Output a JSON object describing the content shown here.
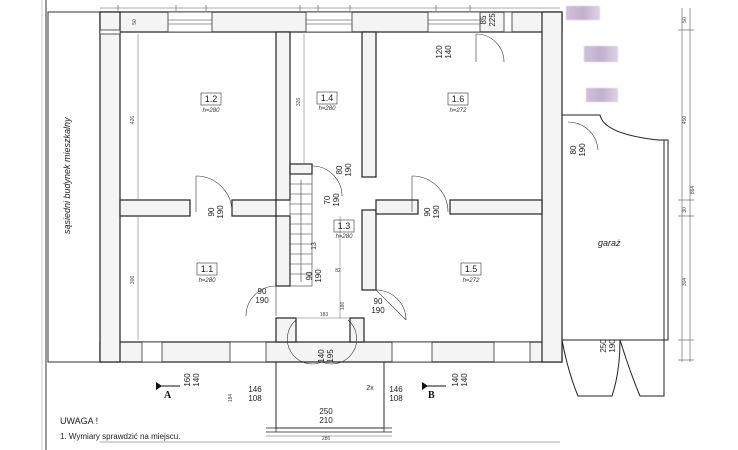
{
  "rooms": [
    {
      "code": "1.2",
      "height": "h=280"
    },
    {
      "code": "1.4",
      "height": "h=280"
    },
    {
      "code": "1.6",
      "height": "h=272"
    },
    {
      "code": "1.3",
      "height": "h=280"
    },
    {
      "code": "1.1",
      "height": "h=280"
    },
    {
      "code": "1.5",
      "height": "h=272"
    }
  ],
  "labels": {
    "adjacent_building": "sąsiedni budynek mieszkalny",
    "garage": "garaż",
    "section_a": "A",
    "section_b": "B"
  },
  "notes": {
    "title": "UWAGA !",
    "line1": "1. Wymiary sprawdzić na miejscu."
  },
  "door_marks": [
    {
      "w": "90",
      "h": "190"
    },
    {
      "w": "90",
      "h": "190"
    },
    {
      "w": "90",
      "h": "190"
    },
    {
      "w": "90",
      "h": "190"
    },
    {
      "w": "90",
      "h": "190"
    },
    {
      "w": "80",
      "h": "190"
    },
    {
      "w": "70",
      "h": "190"
    },
    {
      "w": "80",
      "h": "190"
    },
    {
      "w": "85",
      "h": "225"
    },
    {
      "w": "120",
      "h": "140"
    },
    {
      "w": "160",
      "h": "140"
    },
    {
      "w": "140",
      "h": "140"
    },
    {
      "w": "146",
      "h": "108"
    },
    {
      "w": "146",
      "h": "108"
    },
    {
      "w": "250",
      "h": "190"
    },
    {
      "w": "250",
      "h": "210"
    },
    {
      "w": "140",
      "h": "195"
    }
  ],
  "dimensions": {
    "d_50a": "50",
    "d_426": "426",
    "d_306": "306",
    "d_326": "326",
    "d_82": "82",
    "d_186": "186",
    "d_183": "183",
    "d_184": "184",
    "d_50b": "50",
    "d_450": "450",
    "d_30": "30",
    "d_304": "304",
    "d_864": "864",
    "d_286": "286",
    "d_2x": "2x",
    "d_13": "13"
  }
}
